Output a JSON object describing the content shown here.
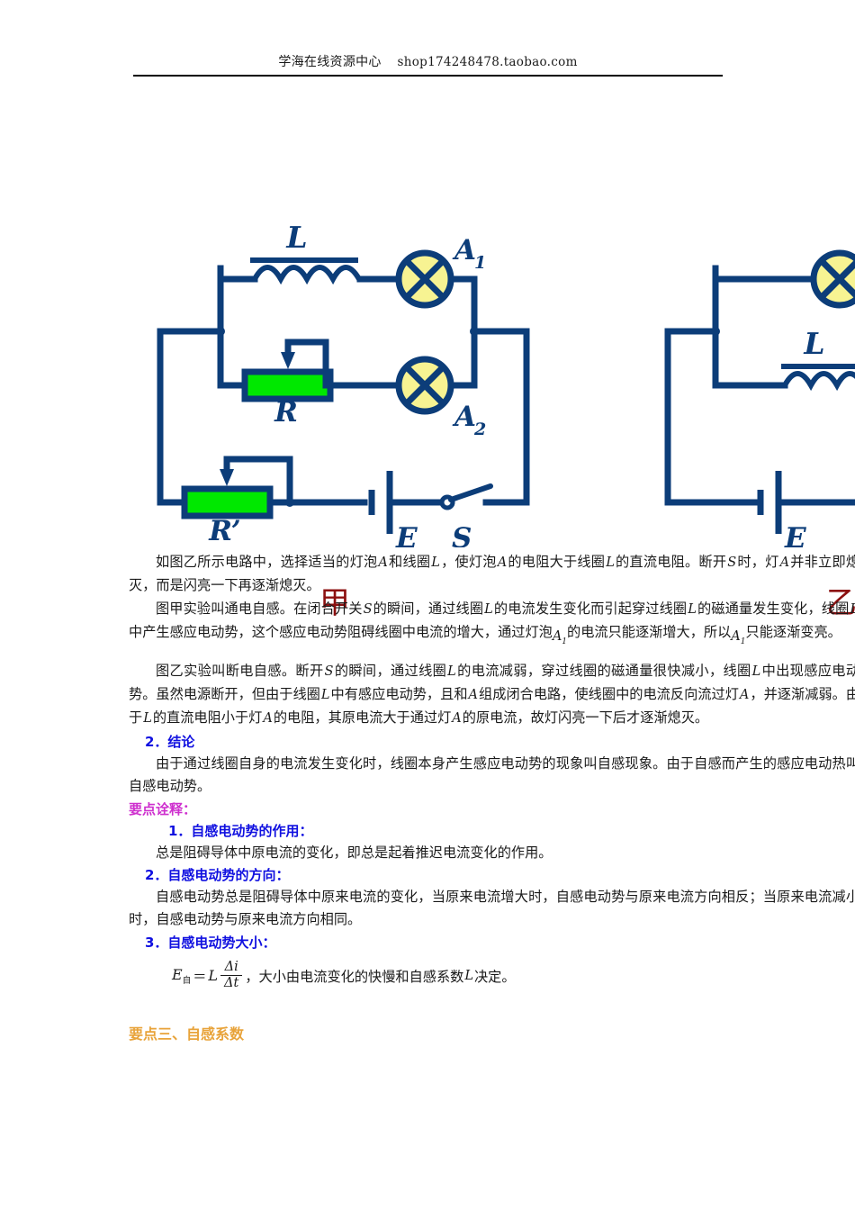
{
  "header": {
    "shop_name": "学海在线资源中心",
    "shop_url": "shop174248478.taobao.com"
  },
  "figure": {
    "caption_left": "甲",
    "caption_right": "乙",
    "colors": {
      "wire": "#0C3D79",
      "lamp_fill": "#F7F392",
      "rheostat_fill": "#00E800",
      "caption": "#8C1010"
    },
    "left_circuit": {
      "name": "甲 – 通电自感电路",
      "labels": {
        "inductor": "L",
        "lamp_top": "A",
        "lamp_top_sub": "1",
        "lamp_bottom": "A",
        "lamp_bottom_sub": "2",
        "rheostat_upper": "R",
        "rheostat_lower": "R'",
        "battery": "E",
        "switch": "S"
      }
    },
    "right_circuit": {
      "name": "乙 – 断电自感电路",
      "labels": {
        "inductor": "L",
        "battery": "E"
      }
    }
  },
  "content": {
    "p1_a": "如图乙所示电路中，选择适当的灯泡",
    "p1_b": "和线圈",
    "p1_c": "，使灯泡",
    "p1_d": "的电阻大于线圈",
    "p1_e": "的直流电阻。断开",
    "p1_f": "时，灯",
    "p1_g": "并非立即熄灭，而是闪亮一下再逐渐熄灭。",
    "p2_a": "图甲实验叫通电自感。在闭合开关",
    "p2_b": "的瞬间，通过线圈",
    "p2_c": "的电流发生变化而引起穿过线圈",
    "p2_d": "的磁通量发生变化，线圈",
    "p2_e": "中产生感应电动势，这个感应电动势阻碍线圈中电流的增大，通过灯泡",
    "p2_f": "的电流只能逐渐增大，所以",
    "p2_g": "只能逐渐变亮。",
    "p3_a": "图乙实验叫断电自感。断开",
    "p3_b": "的瞬间，通过线圈",
    "p3_c": "的电流减弱，穿过线圈的磁通量很快减小，线圈",
    "p3_d": "中出现感应电动势。虽然电源断开，但由于线圈",
    "p3_e": "中有感应电动势，且和",
    "p3_f": "组成闭合电路，使线圈中的电流反向流过灯",
    "p3_g": "，并逐渐减弱。由于",
    "p3_h": "的直流电阻小于灯",
    "p3_i": "的电阻，其原电流大于通过灯",
    "p3_j": "的原电流，故灯闪亮一下后才逐渐熄灭。",
    "h_conclusion": "2．结论",
    "p4": "由于通过线圈自身的电流发生变化时，线圈本身产生感应电动势的现象叫自感现象。由于自感而产生的感应电动热叫自感电动势。",
    "h_keypoints": "要点诠释：",
    "h_item1": "1．自感电动势的作用：",
    "p5": "总是阻碍导体中原电流的变化，即总是起着推迟电流变化的作用。",
    "h_item2": "2．自感电动势的方向：",
    "p6": "自感电动势总是阻碍导体中原来电流的变化，当原来电流增大时，自感电动势与原来电流方向相反；当原来电流减小时，自感电动势与原来电流方向相同。",
    "h_item3": "3．自感电动势大小：",
    "formula": {
      "lhs_symbol": "E",
      "lhs_sub": "自",
      "equals": "＝",
      "coef": "L",
      "num": "Δi",
      "den": "Δt",
      "tail_a": "，大小由电流变化的快慢和自感系数",
      "tail_sym": "L",
      "tail_b": "决定。"
    },
    "h_section3": "要点三、自感系数",
    "sym_A": "A",
    "sym_L": "L",
    "sym_S": "S",
    "sub_1": "1"
  }
}
